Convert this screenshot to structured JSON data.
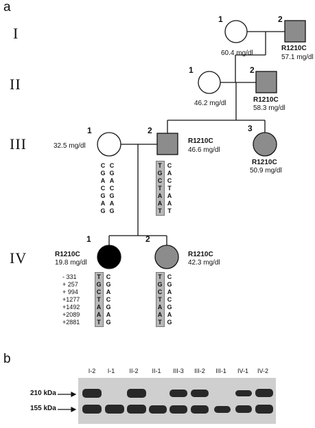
{
  "panels": {
    "a": "a",
    "b": "b"
  },
  "generations": [
    "I",
    "II",
    "III",
    "IV"
  ],
  "individuals": {
    "I1": {
      "num": "1",
      "value": "60.4 mg/dl"
    },
    "I2": {
      "num": "2",
      "mutation": "R1210C",
      "value": "57.1 mg/dl"
    },
    "II1": {
      "num": "1",
      "value": "46.2 mg/dl"
    },
    "II2": {
      "num": "2",
      "mutation": "R1210C",
      "value": "58.3 mg/dl"
    },
    "III1": {
      "num": "1",
      "value": "32.5 mg/dl"
    },
    "III2": {
      "num": "2",
      "mutation": "R1210C",
      "value": "46.6 mg/dl"
    },
    "III3": {
      "num": "3",
      "mutation": "R1210C",
      "value": "50.9 mg/dl"
    },
    "IV1": {
      "num": "1",
      "mutation": "R1210C",
      "value": "19.8 mg/dl"
    },
    "IV2": {
      "num": "2",
      "mutation": "R1210C",
      "value": "42.3 mg/dl"
    }
  },
  "haplotypes": {
    "III1": {
      "left": [
        "C",
        "G",
        "A",
        "C",
        "G",
        "A",
        "G"
      ],
      "right": [
        "C",
        "G",
        "A",
        "C",
        "G",
        "A",
        "G"
      ]
    },
    "III2": {
      "left": [
        "T",
        "G",
        "C",
        "T",
        "A",
        "A",
        "T"
      ],
      "right": [
        "C",
        "A",
        "C",
        "T",
        "A",
        "A",
        "T"
      ]
    },
    "IV1": {
      "left": [
        "T",
        "G",
        "C",
        "T",
        "A",
        "A",
        "T"
      ],
      "right": [
        "C",
        "G",
        "A",
        "C",
        "G",
        "A",
        "G"
      ]
    },
    "IV2": {
      "left": [
        "T",
        "G",
        "C",
        "T",
        "A",
        "A",
        "T"
      ],
      "right": [
        "C",
        "G",
        "A",
        "C",
        "G",
        "A",
        "G"
      ]
    }
  },
  "positions": [
    "-  331",
    "+  257",
    "+  994",
    "+1277",
    "+1492",
    "+2089",
    "+2881"
  ],
  "blot": {
    "lanes": [
      "I-2",
      "I-1",
      "II-2",
      "II-1",
      "III-3",
      "III-2",
      "III-1",
      "IV-1",
      "IV-2"
    ],
    "markers": {
      "kda210": "210 kDa",
      "kda155": "155 kDa"
    },
    "band_210_present": [
      true,
      false,
      true,
      false,
      true,
      true,
      false,
      true,
      true
    ]
  }
}
